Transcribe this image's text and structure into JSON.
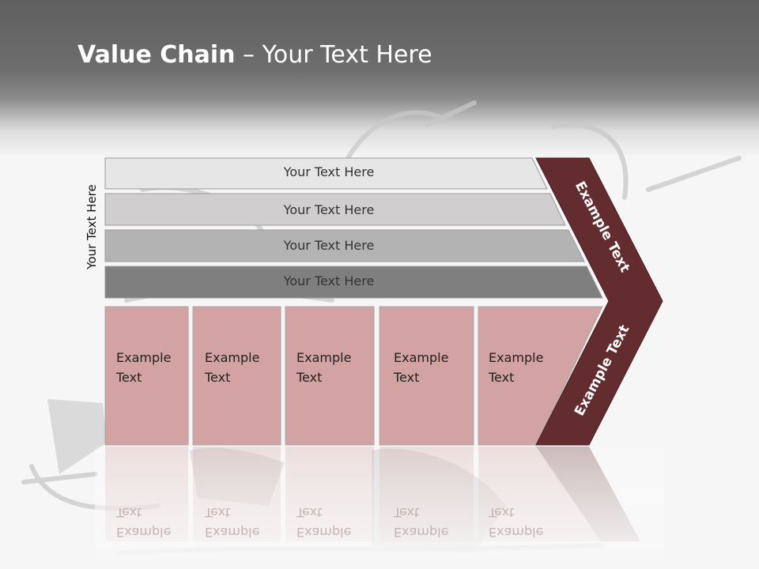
{
  "slide": {
    "title_bold": "Value Chain",
    "title_rest": " – Your Text Here",
    "side_label": "Your Text Here"
  },
  "support_bars": [
    {
      "label": "Your Text Here",
      "color": "#e6e6e6"
    },
    {
      "label": "Your Text Here",
      "color": "#d0cece"
    },
    {
      "label": "Your Text Here",
      "color": "#b3b3b3"
    },
    {
      "label": "Your Text Here",
      "color": "#7f7f7f"
    }
  ],
  "primary_activities": [
    {
      "line1": "Example",
      "line2": "Text"
    },
    {
      "line1": "Example",
      "line2": "Text"
    },
    {
      "line1": "Example",
      "line2": "Text"
    },
    {
      "line1": "Example",
      "line2": "Text"
    },
    {
      "line1": "Example",
      "line2": "Text"
    }
  ],
  "margin_arrow": {
    "upper_label": "Example Text",
    "lower_label": "Example Text",
    "color": "#632d2f"
  },
  "colors": {
    "box_fill": "#d3a2a2",
    "header_dark": "#5f5f5f"
  }
}
